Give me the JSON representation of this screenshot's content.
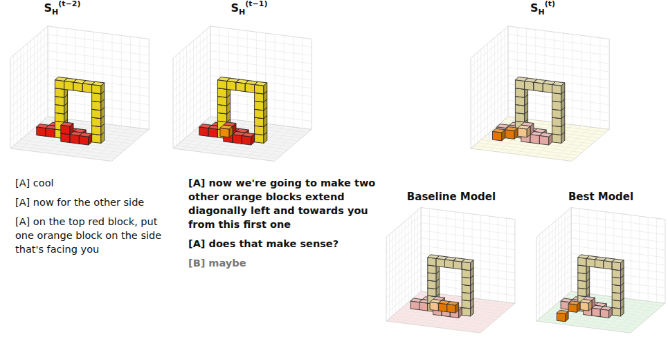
{
  "diagram": {
    "labels": [
      "S",
      "H",
      "(t−2)",
      "S",
      "H",
      "(t−1)",
      "S",
      "H",
      "(t)",
      "[A] cool",
      "[A] now for the other side",
      "[A] on the top red block, put one orange block on the side that's facing you",
      "[A] now we're going to make two other orange blocks extend diagonally left and towards you from this first one",
      "[A] does that make sense?",
      "[B] maybe",
      "Baseline Model",
      "Best Model"
    ]
  }
}
